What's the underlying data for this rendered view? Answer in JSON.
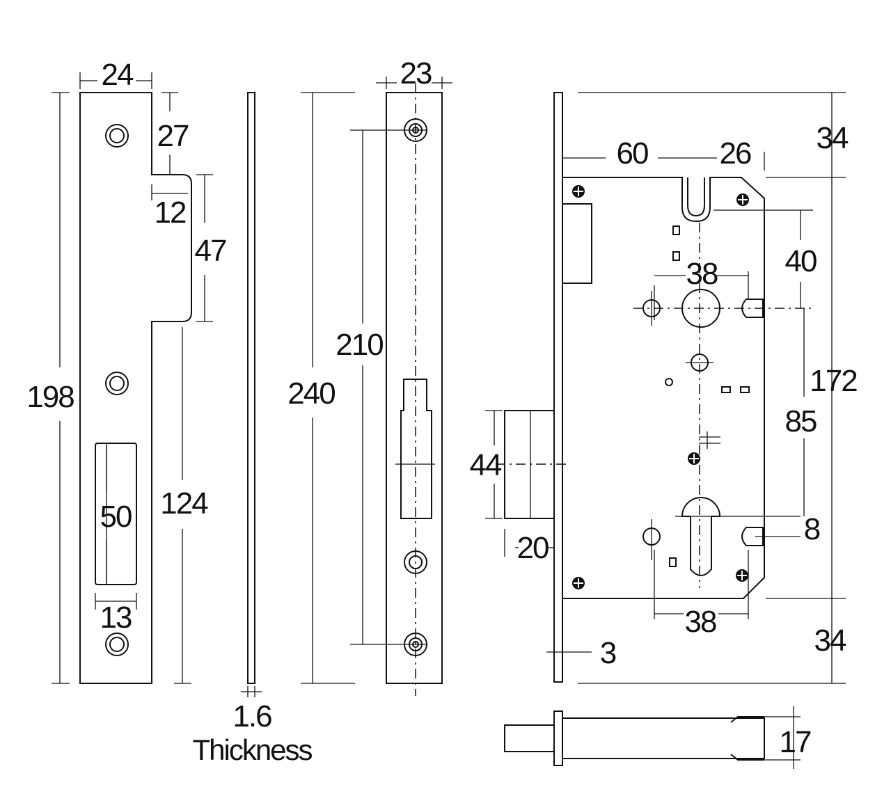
{
  "strike_plate": {
    "width": "24",
    "top_to_notch": "27",
    "notch_depth": "12",
    "notch_height": "47",
    "height": "198",
    "notch_to_bottom": "124",
    "slot_height": "50",
    "slot_width": "13"
  },
  "thickness_view": {
    "thickness": "1.6",
    "caption": "Thickness"
  },
  "faceplate": {
    "width": "23",
    "hole_spacing": "210",
    "length": "240"
  },
  "lock_body": {
    "backset": "60",
    "follower_offset": "26",
    "top_margin": "34",
    "follower_to_handle": "40",
    "handle_spacing_top": "38",
    "body_height": "172",
    "handle_to_cylinder": "85",
    "latch_height": "44",
    "cylinder_offset": "8",
    "latch_throw": "20",
    "handle_spacing_bottom": "38",
    "bottom_margin": "34",
    "plate_thickness": "3"
  },
  "bolt_view": {
    "bolt_size": "17"
  }
}
